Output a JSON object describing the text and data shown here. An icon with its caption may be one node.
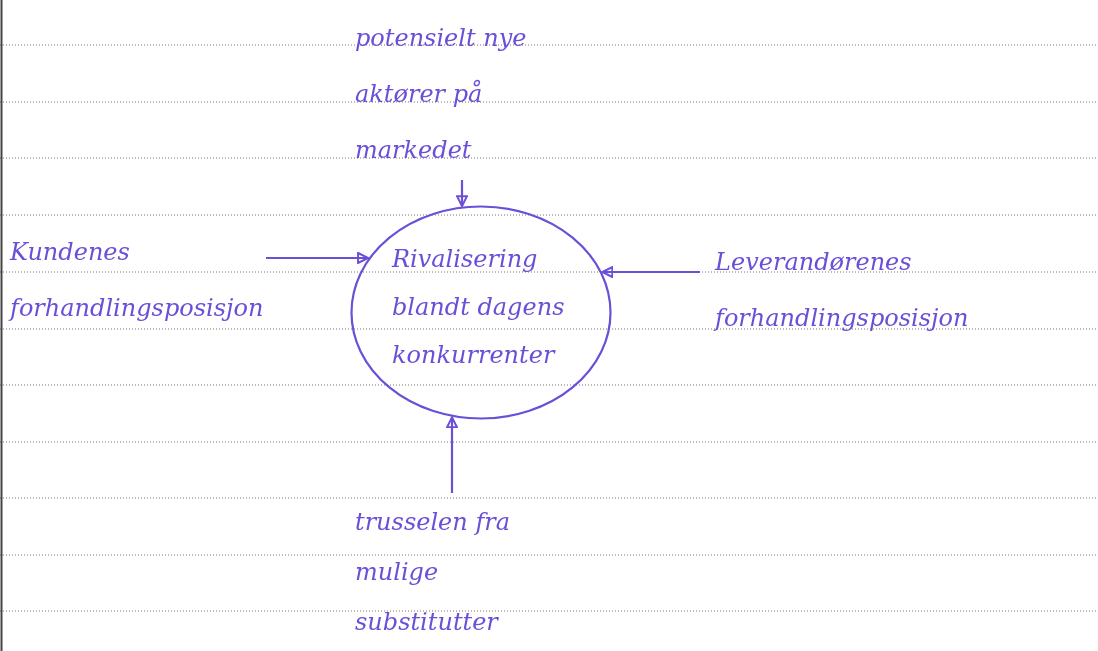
{
  "diagram": {
    "nodes": [
      {
        "text": [
          "potensielt nye aktører på markedet"
        ]
      },
      {
        "text": [
          "Kundenes forhandlingsposisjon"
        ]
      },
      {
        "text": [
          "Rivalisering blandt dagens konkurrenter"
        ]
      },
      {
        "text": [
          "Leverandørenes forhandlingsposisjon"
        ]
      },
      {
        "text": [
          "trusselen fra mulige substitutter"
        ]
      }
    ],
    "edges": [
      {
        "from": 0,
        "to": 2,
        "arrow": "to"
      },
      {
        "from": 1,
        "to": 2,
        "arrow": "to"
      },
      {
        "from": 3,
        "to": 2,
        "arrow": "to"
      },
      {
        "from": 4,
        "to": 2,
        "arrow": "to"
      }
    ]
  }
}
